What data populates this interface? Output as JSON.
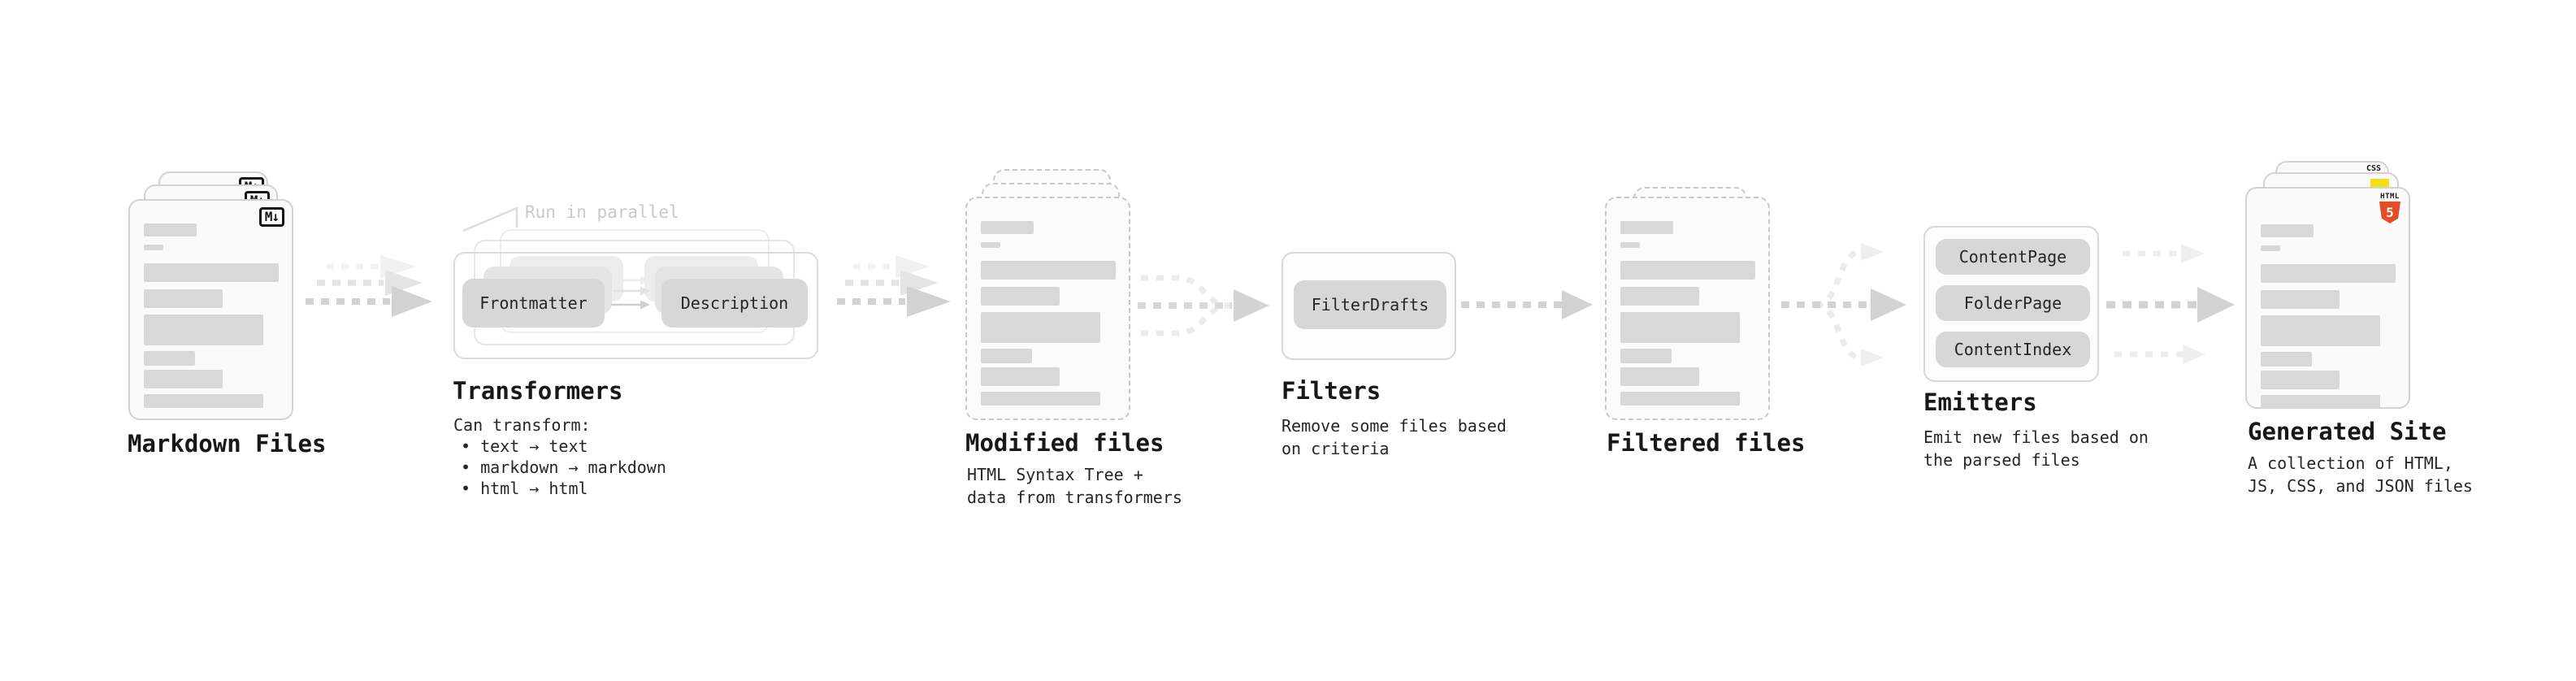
{
  "pipeline": {
    "markdown_files": {
      "label": "Markdown Files",
      "badge": "M↓"
    },
    "transformers": {
      "note": "Run in parallel",
      "input_pill": "Frontmatter",
      "output_pill": "Description",
      "title": "Transformers",
      "subtitle": "Can transform:",
      "bullets": [
        "• text → text",
        "• markdown → markdown",
        "• html → html"
      ]
    },
    "modified_files": {
      "label": "Modified files",
      "description": "HTML Syntax Tree +\ndata from transformers"
    },
    "filters": {
      "title": "Filters",
      "pill": "FilterDrafts",
      "description": "Remove some files based\non criteria"
    },
    "filtered_files": {
      "label": "Filtered files"
    },
    "emitters": {
      "title": "Emitters",
      "pills": [
        "ContentPage",
        "FolderPage",
        "ContentIndex"
      ],
      "description": "Emit new files based on\nthe parsed files"
    },
    "generated_site": {
      "label": "Generated Site",
      "description": "A collection of HTML,\nJS, CSS, and JSON files",
      "file_badges": {
        "css": "CSS",
        "html": "HTML",
        "html_version": "5"
      }
    }
  },
  "colors": {
    "background": "#ffffff",
    "card_border": "#d2d2d2",
    "dashed_border": "#c8c8c8",
    "skeleton": "#d8d8d8",
    "pill_bg": "#d7d7d7",
    "arrow": "#d2d2d2",
    "arrow_light": "#ebebeb",
    "title_text": "#181818",
    "note_text": "#c9c9c9",
    "html5_orange": "#e44d26",
    "js_yellow": "#f5de19",
    "css_blue": "#2965f1"
  }
}
